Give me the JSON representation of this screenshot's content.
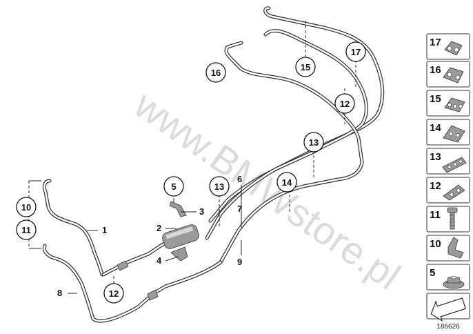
{
  "watermark": "www.BMWstore.pl",
  "diagram_id": "186626",
  "callouts": {
    "c1": "1",
    "c2": "2",
    "c3": "3",
    "c4": "4",
    "c5": "5",
    "c6": "6",
    "c7": "7",
    "c8": "8",
    "c9": "9",
    "c10": "10",
    "c11": "11",
    "c12a": "12",
    "c12b": "12",
    "c13a": "13",
    "c13b": "13",
    "c14": "14",
    "c15": "15",
    "c16": "16",
    "c17": "17"
  },
  "legend": [
    {
      "number": "17",
      "icon": "pipe-clip-triple-icon"
    },
    {
      "number": "16",
      "icon": "pipe-clip-double-icon"
    },
    {
      "number": "15",
      "icon": "pipe-clip-quad-icon"
    },
    {
      "number": "14",
      "icon": "pipe-clip-stacked-icon"
    },
    {
      "number": "13",
      "icon": "pipe-clip-flat-icon"
    },
    {
      "number": "12",
      "icon": "pipe-clip-pair-icon"
    },
    {
      "number": "11",
      "icon": "screw-icon"
    },
    {
      "number": "10",
      "icon": "bracket-clip-icon"
    },
    {
      "number": "5",
      "icon": "hex-nut-icon"
    },
    {
      "number": "",
      "icon": "direction-arrow-icon"
    }
  ]
}
